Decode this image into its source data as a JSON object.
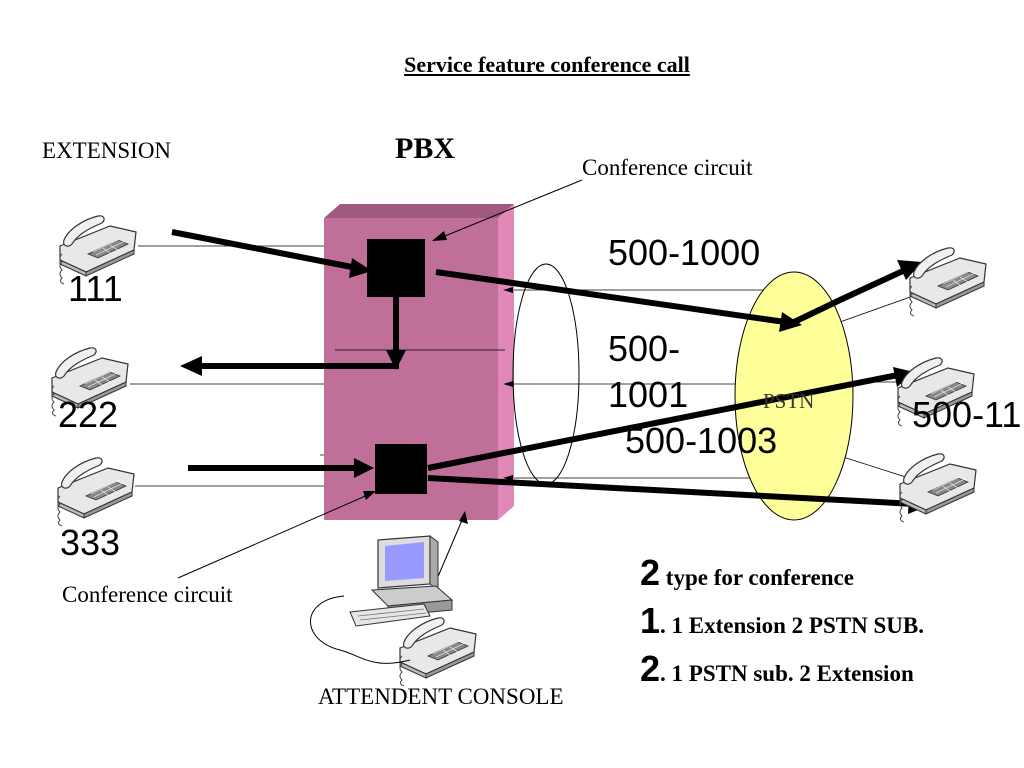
{
  "title": "Service feature conference call",
  "labels": {
    "pbx": "PBX",
    "extension": "EXTENSION",
    "conference_circuit_top": "Conference circuit",
    "conference_circuit_bottom": "Conference circuit",
    "attendant_console": "ATTENDENT CONSOLE",
    "pstn": "PSTN"
  },
  "extensions": [
    "111",
    "222",
    "333"
  ],
  "routes": {
    "r1": "500-1000",
    "r2a": "500-",
    "r2b": "1001",
    "r3": "500-1003",
    "r4": "500-11"
  },
  "notes": {
    "n1_num": "2",
    "n1_text": " type for conference",
    "n2_num": "1",
    "n2_text": ". 1 Extension 2 PSTN SUB.",
    "n3_num": "2",
    "n3_text": ". 1 PSTN sub. 2 Extension"
  },
  "colors": {
    "pbx_front": "#c07098",
    "pbx_side": "#e088b8",
    "pbx_top": "#a05a80",
    "pstn_fill": "#ffff99"
  },
  "icons": [
    "telephone-icon",
    "computer-icon"
  ]
}
